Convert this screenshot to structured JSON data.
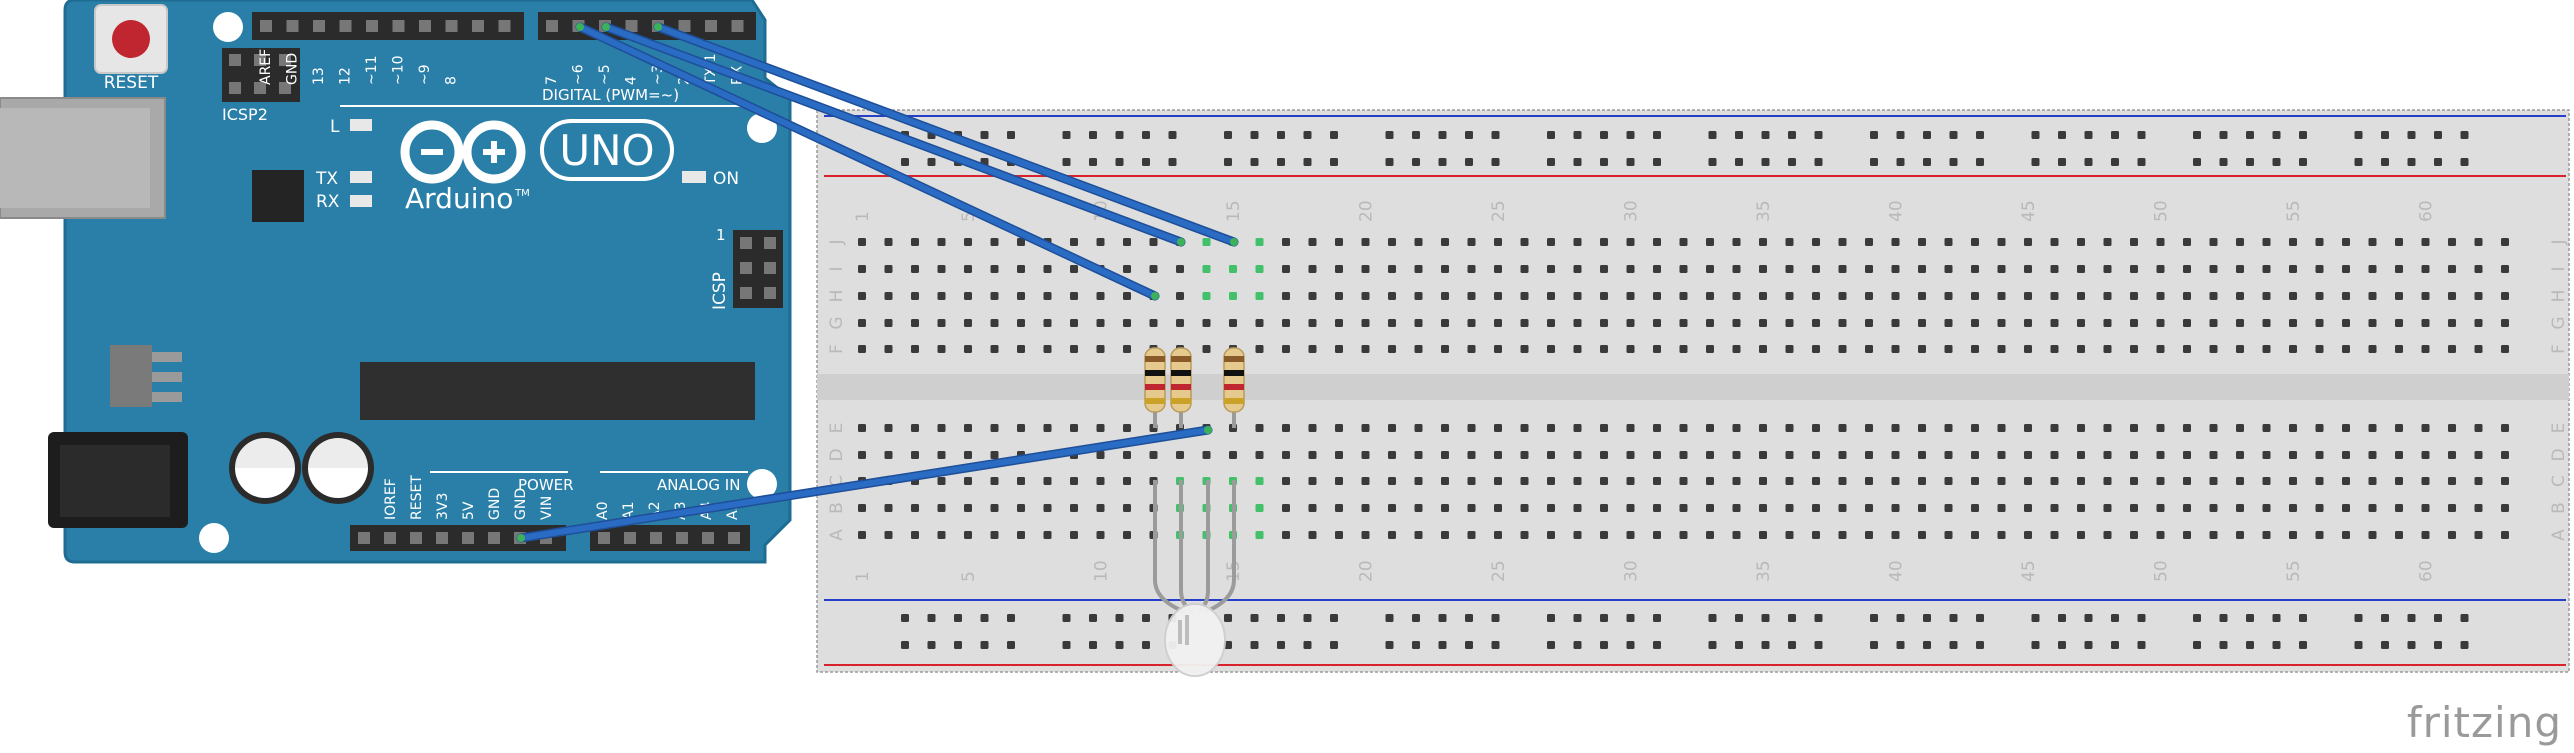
{
  "arduino": {
    "reset_label": "RESET",
    "icsp2_label": "ICSP2",
    "icsp_label": "ICSP",
    "icsp_pin1": "1",
    "brand": "Arduino",
    "trademark": "TM",
    "model": "UNO",
    "led_l": "L",
    "led_tx": "TX",
    "led_rx": "RX",
    "led_on": "ON",
    "digital_header": "DIGITAL (PWM=~)",
    "power_header": "POWER",
    "analog_header": "ANALOG IN",
    "digital_pins_left": [
      "AREF",
      "GND",
      "13",
      "12",
      "~11",
      "~10",
      "~9",
      "8"
    ],
    "digital_pins_right": [
      "7",
      "~6",
      "~5",
      "4",
      "~3",
      "2",
      "TX 1",
      "RX 0"
    ],
    "power_pins": [
      "IOREF",
      "RESET",
      "3V3",
      "5V",
      "GND",
      "GND",
      "VIN"
    ],
    "analog_pins": [
      "A0",
      "A1",
      "A2",
      "A3",
      "A4",
      "A5"
    ],
    "colors": {
      "board": "#2a7fa8",
      "board_edge": "#1f6c93"
    }
  },
  "breadboard": {
    "column_numbers": [
      "1",
      "5",
      "10",
      "15",
      "20",
      "25",
      "30",
      "35",
      "40",
      "45",
      "50",
      "55",
      "60"
    ],
    "row_letters_top": [
      "J",
      "I",
      "H",
      "G",
      "F"
    ],
    "row_letters_bottom": [
      "E",
      "D",
      "C",
      "B",
      "A"
    ],
    "colors": {
      "body": "#dedede",
      "rail_red": "#d9232c",
      "rail_blue": "#2440c8"
    }
  },
  "components": {
    "resistors": 3,
    "rgb_led": 1,
    "wires": 4,
    "wire_color": "#2a6bc4"
  },
  "watermark": "fritzing"
}
